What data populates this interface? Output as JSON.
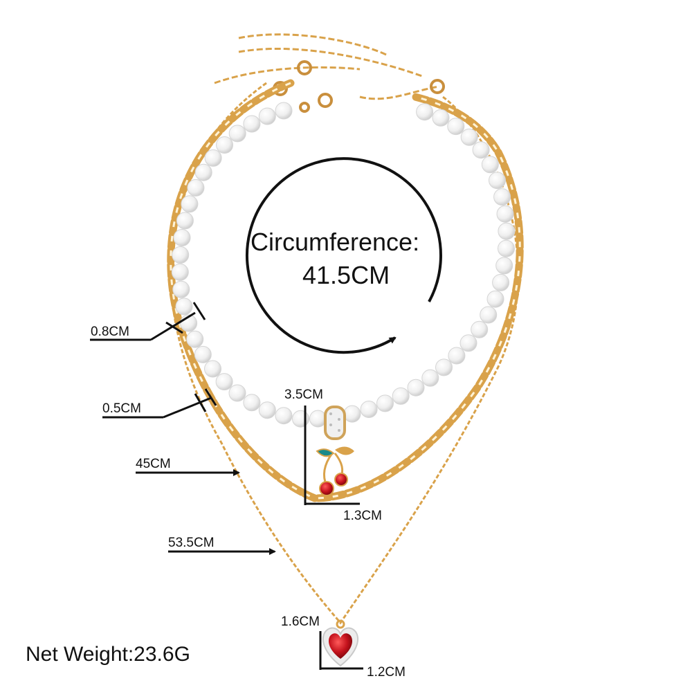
{
  "circumference": {
    "label": "Circumference:",
    "value": "41.5CM"
  },
  "dimensions": {
    "pearl_width": "0.8CM",
    "chain_width": "0.5CM",
    "chain_length": "45CM",
    "pendant_chain_length": "53.5CM",
    "cherry_height": "3.5CM",
    "cherry_width": "1.3CM",
    "heart_height": "1.6CM",
    "heart_width": "1.2CM"
  },
  "net_weight": "Net Weight:23.6G",
  "colors": {
    "gold": "#d9a24a",
    "pearl": "#f4f4f4",
    "ruby": "#c4121c",
    "annotation": "#111111"
  }
}
